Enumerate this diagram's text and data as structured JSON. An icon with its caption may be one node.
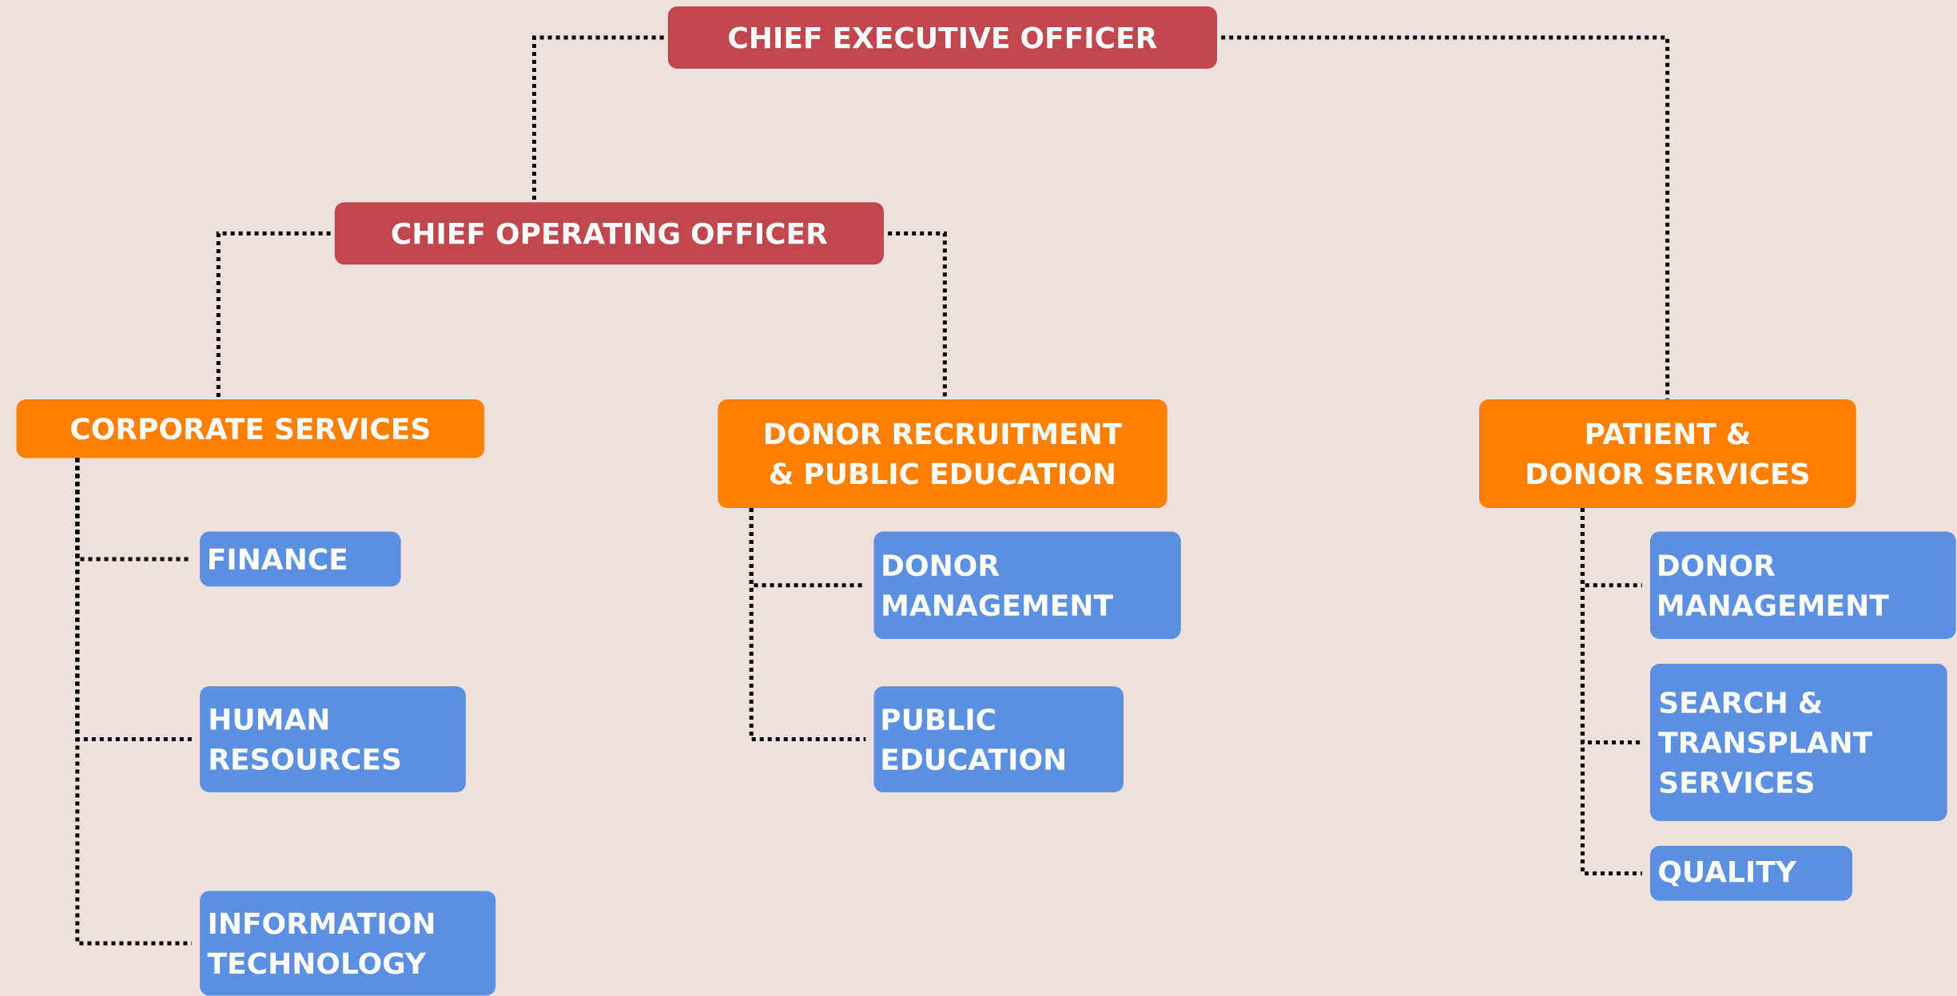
{
  "diagram": {
    "nodes": [
      {
        "text": [
          "CHIEF EXECUTIVE OFFICER"
        ]
      },
      {
        "text": [
          "CHIEF OPERATING OFFICER"
        ]
      },
      {
        "text": [
          "CORPORATE SERVICES"
        ]
      },
      {
        "text": [
          "DONOR RECRUITMENT & PUBLIC EDUCATION"
        ]
      },
      {
        "text": [
          "PATIENT & DONOR SERVICES"
        ]
      },
      {
        "text": [
          "FINANCE"
        ]
      },
      {
        "text": [
          "HUMAN RESOURCES"
        ]
      },
      {
        "text": [
          "INFORMATION TECHNOLOGY"
        ]
      },
      {
        "text": [
          "DONOR MANAGEMENT"
        ]
      },
      {
        "text": [
          "PUBLIC EDUCATION"
        ]
      },
      {
        "text": [
          "DONOR MANAGEMENT"
        ]
      },
      {
        "text": [
          "SEARCH & TRANSPLANT SERVICES"
        ]
      },
      {
        "text": [
          "QUALITY"
        ]
      }
    ],
    "edges": [
      {
        "from": 0,
        "to": 1,
        "arrow": "none"
      },
      {
        "from": 0,
        "to": 4,
        "arrow": "none"
      },
      {
        "from": 1,
        "to": 2,
        "arrow": "none"
      },
      {
        "from": 1,
        "to": 3,
        "arrow": "none"
      },
      {
        "from": 2,
        "to": 5,
        "arrow": "none"
      },
      {
        "from": 2,
        "to": 6,
        "arrow": "none"
      },
      {
        "from": 2,
        "to": 7,
        "arrow": "none"
      },
      {
        "from": 3,
        "to": 8,
        "arrow": "none"
      },
      {
        "from": 3,
        "to": 9,
        "arrow": "none"
      },
      {
        "from": 4,
        "to": 10,
        "arrow": "none"
      },
      {
        "from": 4,
        "to": 11,
        "arrow": "none"
      },
      {
        "from": 4,
        "to": 12,
        "arrow": "none"
      }
    ]
  }
}
